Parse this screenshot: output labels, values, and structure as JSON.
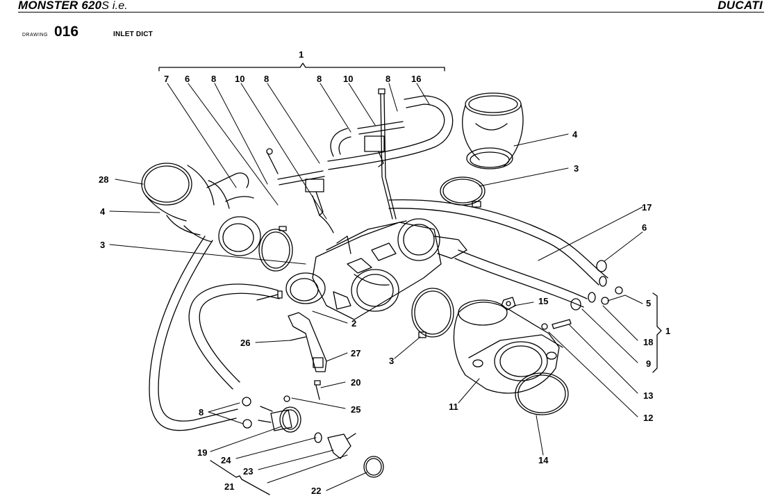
{
  "header": {
    "model_main": "MONSTER 620",
    "model_suffix": "S i.e.",
    "brand": "DUCATI"
  },
  "drawing": {
    "label": "DRAWING",
    "number": "016",
    "title": "INLET DICT"
  },
  "callouts": [
    "1",
    "6",
    "7",
    "8",
    "10",
    "8",
    "8",
    "10",
    "8",
    "16",
    "4",
    "3",
    "28",
    "4",
    "3",
    "17",
    "6",
    "5",
    "15",
    "2",
    "18",
    "1",
    "9",
    "26",
    "27",
    "3",
    "13",
    "20",
    "11",
    "12",
    "25",
    "8",
    "19",
    "24",
    "14",
    "23",
    "21",
    "22"
  ]
}
